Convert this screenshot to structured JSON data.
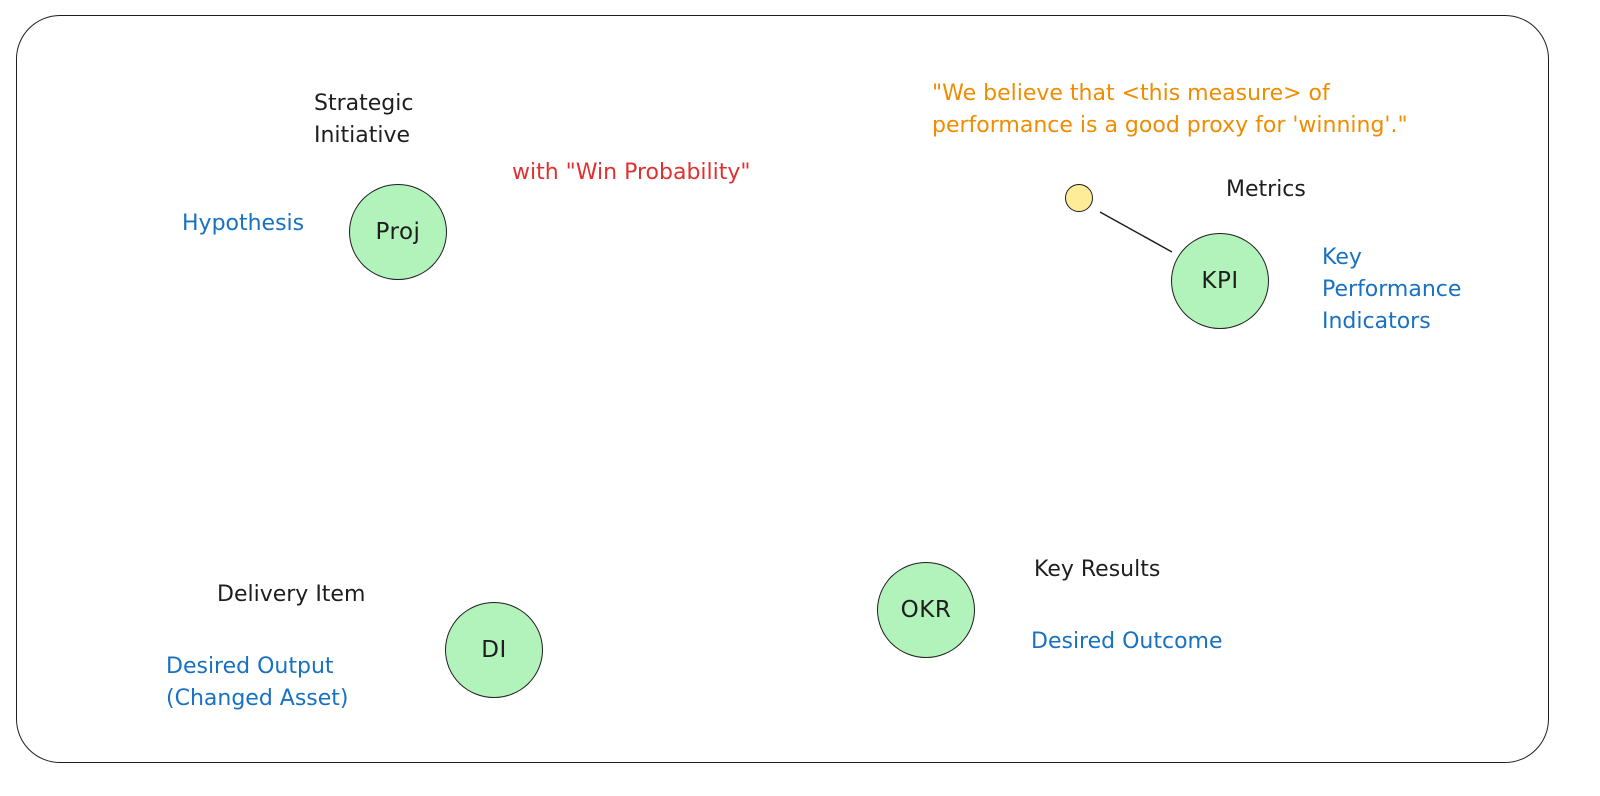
{
  "nodes": {
    "proj": "Proj",
    "kpi": "KPI",
    "di": "DI",
    "okr": "OKR"
  },
  "labels": {
    "strategic_initiative": "Strategic\nInitiative",
    "hypothesis": "Hypothesis",
    "win_probability": "with \"Win Probability\"",
    "quote": "\"We believe that <this measure> of\nperformance is a good proxy for 'winning'.\"",
    "metrics": "Metrics",
    "kpi_full": "Key\nPerformance\nIndicators",
    "delivery_item": "Delivery Item",
    "desired_output": "Desired Output\n(Changed Asset)",
    "key_results": "Key Results",
    "desired_outcome": "Desired Outcome"
  },
  "colors": {
    "node_fill": "#b2f2bb",
    "dot_fill": "#ffec99",
    "stroke": "#1e1e1e",
    "blue": "#1971c2",
    "red": "#e03131",
    "orange": "#f08c00"
  }
}
